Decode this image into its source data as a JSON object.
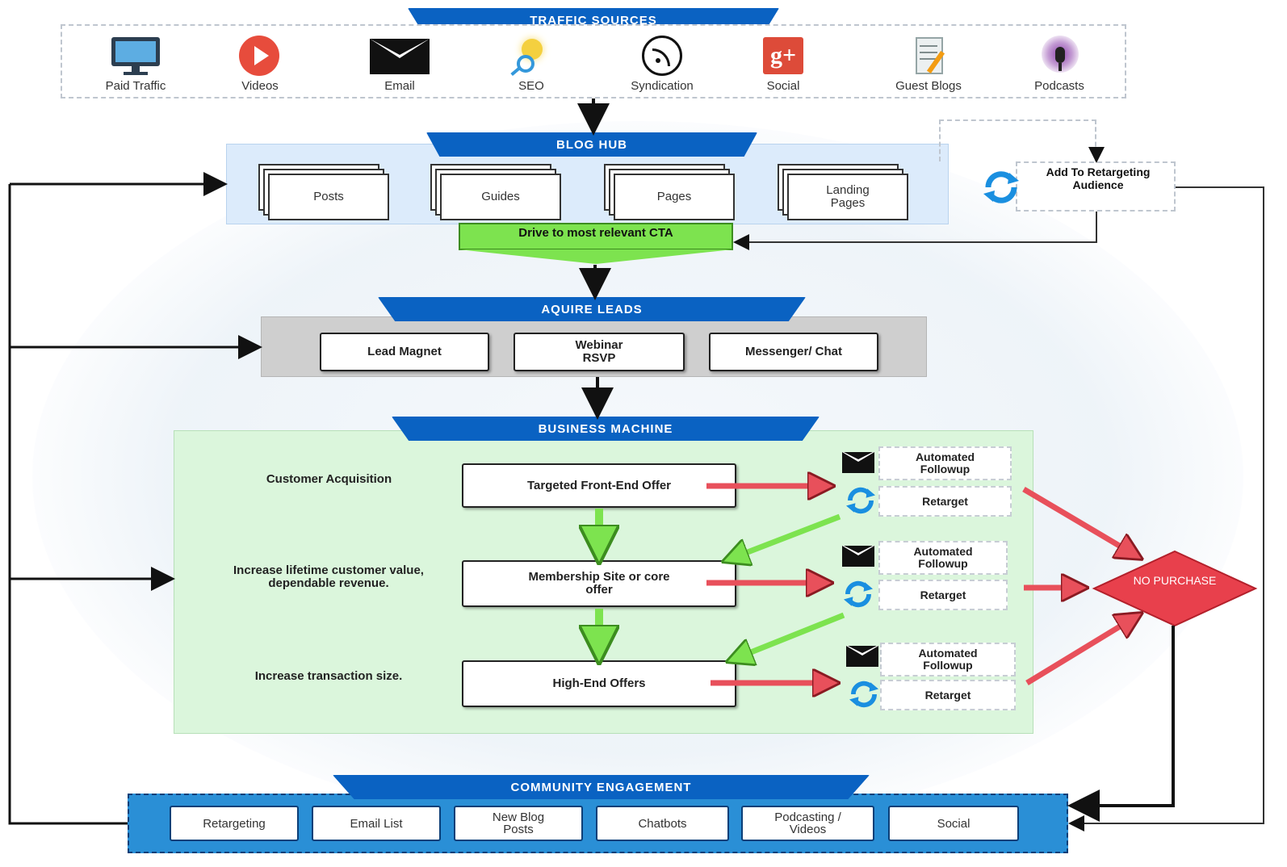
{
  "traffic": {
    "title": "TRAFFIC SOURCES",
    "items": [
      {
        "label": "Paid Traffic",
        "icon": "monitor-icon"
      },
      {
        "label": "Videos",
        "icon": "play-icon"
      },
      {
        "label": "Email",
        "icon": "envelope-icon"
      },
      {
        "label": "SEO",
        "icon": "bulb-icon"
      },
      {
        "label": "Syndication",
        "icon": "rss-icon"
      },
      {
        "label": "Social",
        "icon": "google-plus-icon"
      },
      {
        "label": "Guest Blogs",
        "icon": "notepad-icon"
      },
      {
        "label": "Podcasts",
        "icon": "podcast-icon"
      }
    ]
  },
  "blog_hub": {
    "title": "BLOG HUB",
    "docs": [
      "Posts",
      "Guides",
      "Pages",
      "Landing Pages"
    ],
    "cta": "Drive to most relevant CTA",
    "retargeting": "Add To Retargeting Audience"
  },
  "leads": {
    "title": "AQUIRE LEADS",
    "items": [
      "Lead Magnet",
      "Webinar RSVP",
      "Messenger/ Chat"
    ]
  },
  "machine": {
    "title": "BUSINESS MACHINE",
    "stages": [
      {
        "side": "Customer Acquisition",
        "offer": "Targeted Front-End Offer"
      },
      {
        "side": "Increase lifetime customer value, dependable revenue.",
        "offer": "Membership Site or core offer"
      },
      {
        "side": "Increase transaction size.",
        "offer": "High-End Offers"
      }
    ],
    "followup": "Automated Followup",
    "retarget": "Retarget",
    "no_purchase": "NO PURCHASE"
  },
  "community": {
    "title": "COMMUNITY ENGAGEMENT",
    "items": [
      "Retargeting",
      "Email List",
      "New Blog Posts",
      "Chatbots",
      "Podcasting / Videos",
      "Social"
    ]
  },
  "colors": {
    "banner": "#0a62c2",
    "blog_bg": "#dcebfb",
    "leads_bg": "#cfcfcf",
    "machine_bg": "#dbf6dc",
    "cta_green": "#7de34f",
    "arrow_red": "#e8505b",
    "no_purchase": "#e8404c",
    "community_bg": "#2a8fd6"
  }
}
